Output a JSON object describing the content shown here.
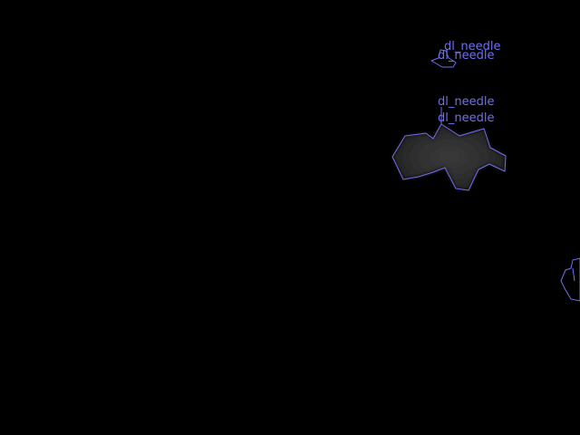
{
  "colors": {
    "background": "#000000",
    "annotation": "#6f6ff0",
    "blob_fill": "#2f2f2f"
  },
  "annotations": [
    {
      "label": "dl_needle"
    },
    {
      "label": "dl_needle"
    },
    {
      "label": "dl_needle"
    },
    {
      "label": "dl_needle"
    }
  ]
}
